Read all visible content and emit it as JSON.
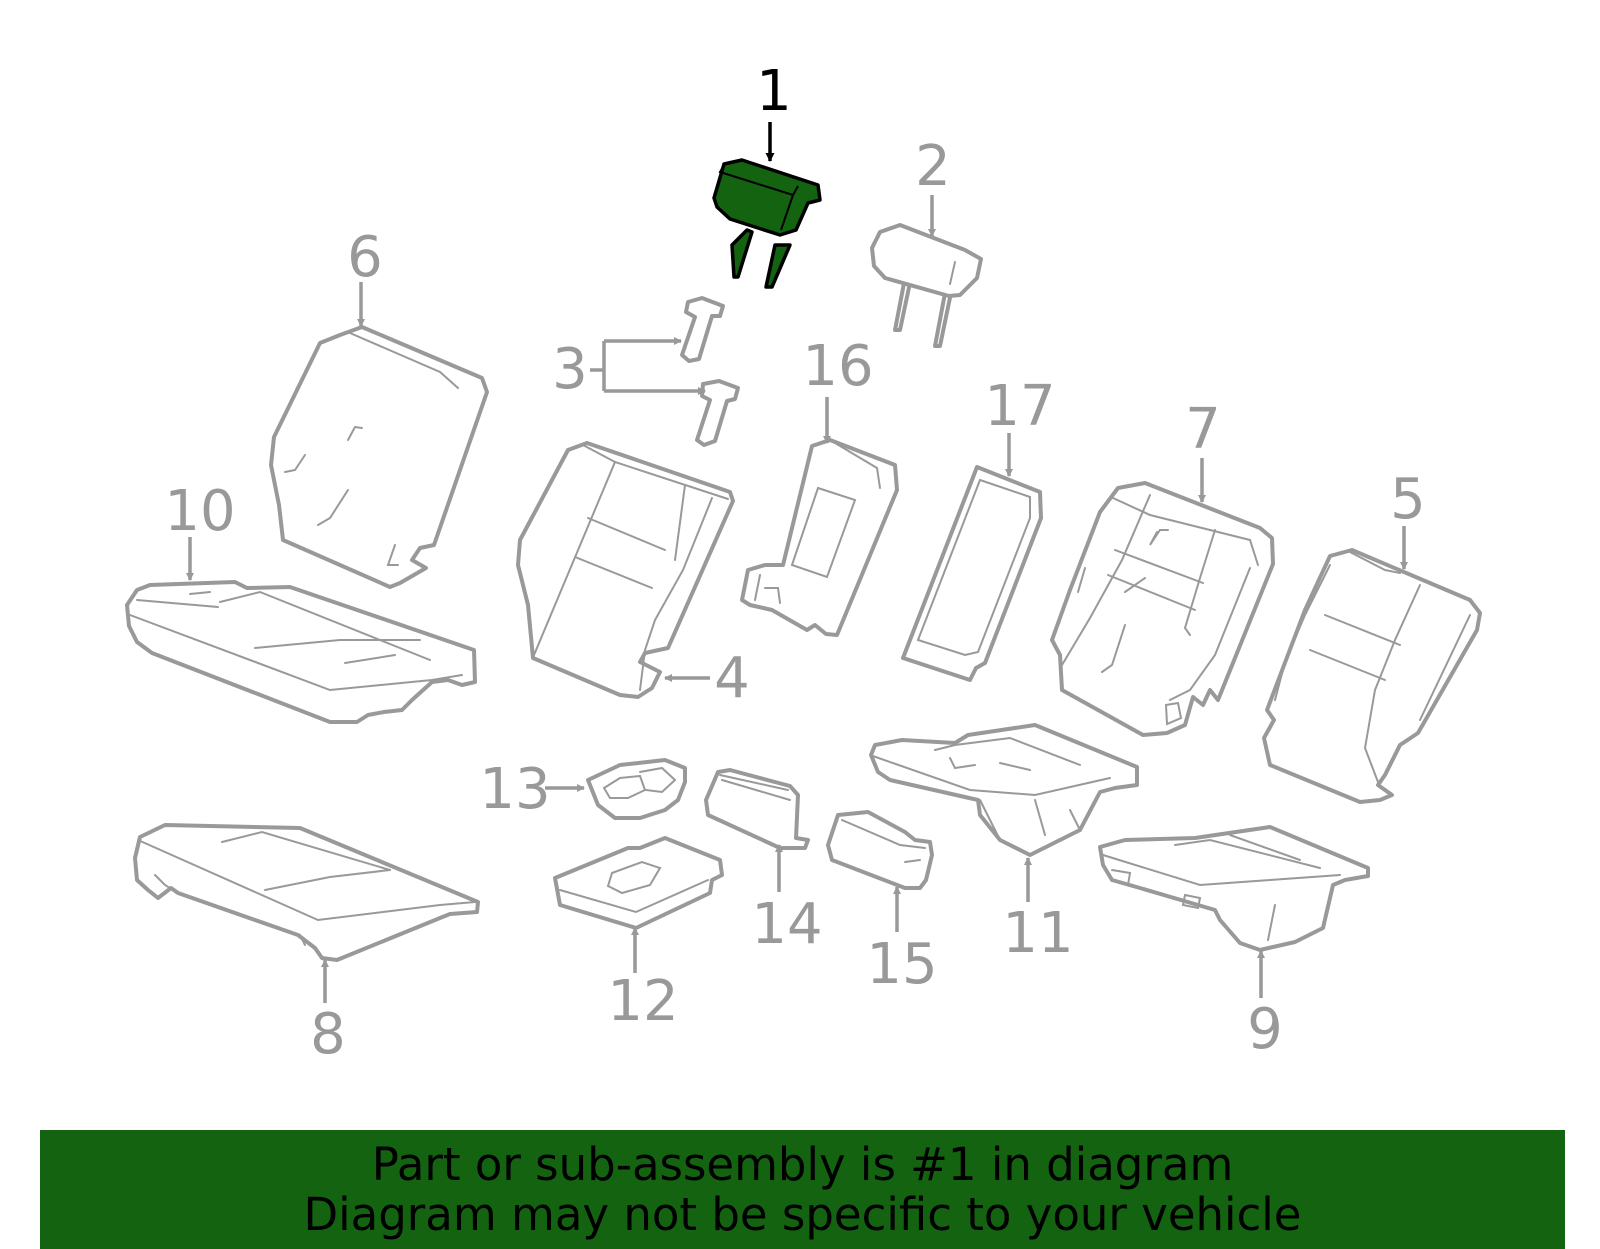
{
  "colors": {
    "highlight": "#136310",
    "parts": "#999999",
    "selected_label": "#000000",
    "banner_text": "#000000"
  },
  "callouts": {
    "c1": "1",
    "c2": "2",
    "c3": "3",
    "c4": "4",
    "c5": "5",
    "c6": "6",
    "c7": "7",
    "c8": "8",
    "c9": "9",
    "c10": "10",
    "c11": "11",
    "c12": "12",
    "c13": "13",
    "c14": "14",
    "c15": "15",
    "c16": "16",
    "c17": "17"
  },
  "selected_part": "1",
  "banner": {
    "line1": "Part or sub-assembly is #1 in diagram",
    "line2": "Diagram may not be specific to your vehicle"
  }
}
